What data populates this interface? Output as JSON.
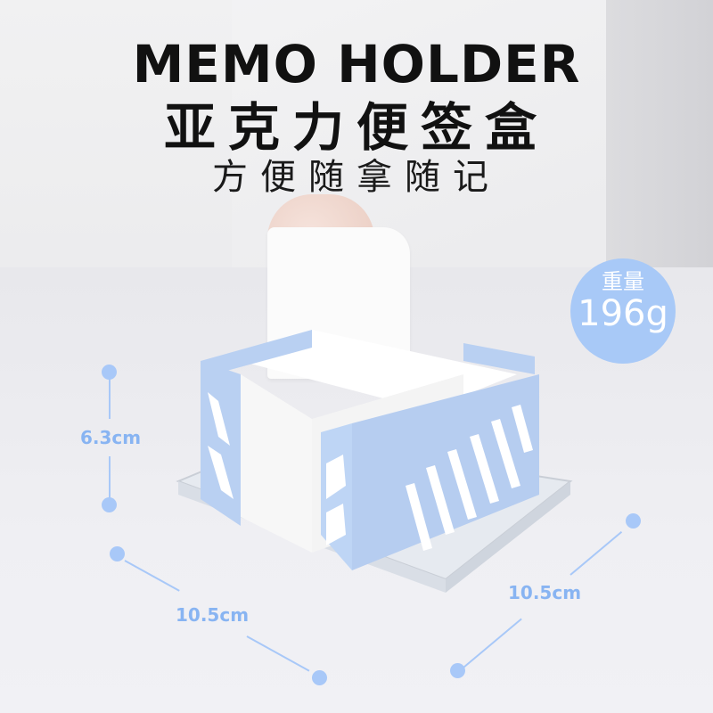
{
  "header": {
    "title": "MEMO HOLDER",
    "subtitle": "亚克力便签盒",
    "tagline": "方便随拿随记"
  },
  "weight_badge": {
    "label": "重量",
    "value": "196g",
    "color": "#a8c9f7"
  },
  "dimensions": {
    "height": "6.3cm",
    "width_left": "10.5cm",
    "depth_right": "10.5cm",
    "color": "#88b4f2"
  },
  "product": {
    "frame_color": "#b9d0f2",
    "base": "clear acrylic"
  }
}
